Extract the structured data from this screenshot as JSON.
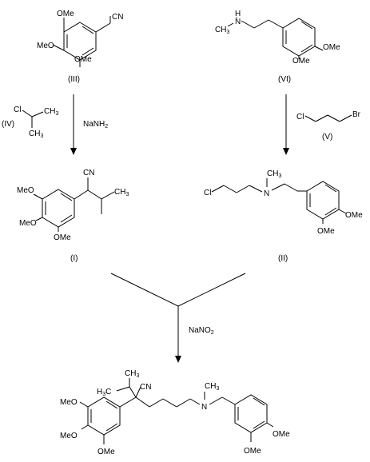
{
  "compounds": {
    "III": {
      "label": "(III)",
      "atoms": {
        "ome_top": "OMe",
        "ome_mid": "MeO",
        "ome_bot": "OMe",
        "nitrile": "CN"
      }
    },
    "VI": {
      "label": "(VI)",
      "atoms": {
        "nh": "H",
        "n": "N",
        "ch3": "CH",
        "ch3_sub": "3",
        "ome_right": "OMe",
        "ome_bot": "OMe"
      }
    },
    "IV": {
      "label": "(IV)",
      "atoms": {
        "cl": "Cl",
        "ch3_top": "CH",
        "ch3_top_sub": "3",
        "ch3_bot": "CH",
        "ch3_bot_sub": "3"
      }
    },
    "V": {
      "label": "(V)",
      "atoms": {
        "cl": "Cl",
        "br": "Br"
      }
    },
    "I": {
      "label": "(I)",
      "atoms": {
        "cn": "CN",
        "ch3": "CH",
        "ch3_sub": "3",
        "ome_top": "MeO",
        "ome_mid": "MeO",
        "ome_bot": "OMe"
      }
    },
    "II": {
      "label": "(II)",
      "atoms": {
        "cl": "Cl",
        "n": "N",
        "ch3": "CH",
        "ch3_sub": "3",
        "ome_right": "OMe",
        "ome_bot": "OMe"
      }
    },
    "product": {
      "atoms": {
        "ch3_a": "CH",
        "ch3_a_sub": "3",
        "h3c": "H",
        "h3c_sub": "3",
        "h3c_c": "C",
        "cn": "CN",
        "n": "N",
        "ch3_n": "CH",
        "ch3_n_sub": "3",
        "ome_top": "MeO",
        "ome_mid": "MeO",
        "ome_bot": "OMe",
        "ome_right": "OMe",
        "ome_right_bot": "OMe"
      }
    }
  },
  "reagents": {
    "nanh2": "NaNH",
    "nanh2_sub": "2",
    "nano2_a": "NaNO",
    "nano2_sub": "2"
  }
}
